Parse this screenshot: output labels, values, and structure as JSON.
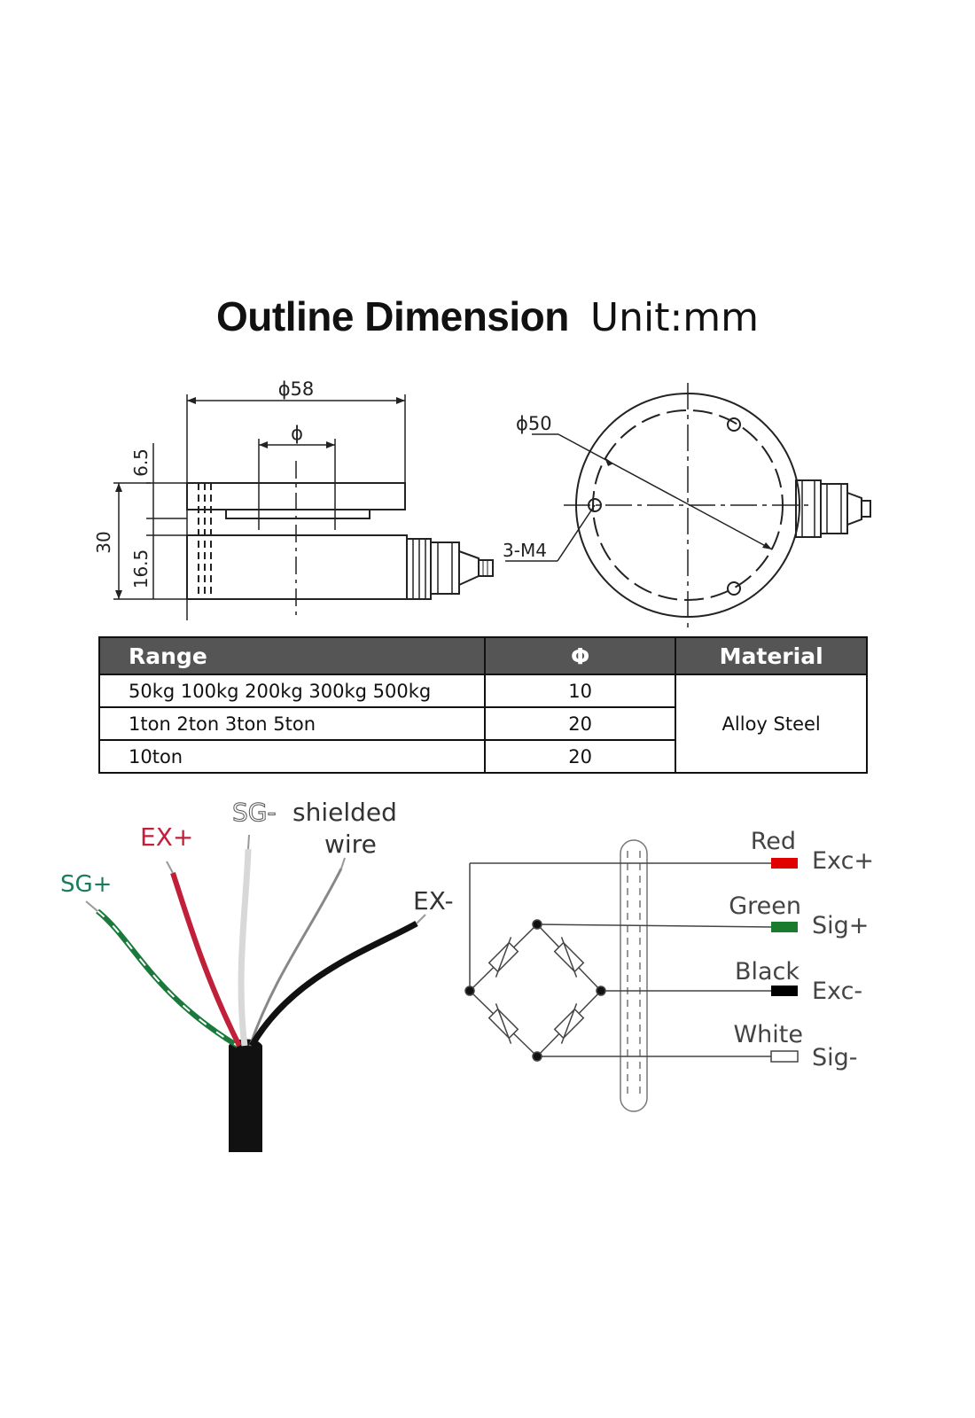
{
  "title": {
    "main": "Outline Dimension",
    "unit": "Unit:mm"
  },
  "drawing": {
    "outer_diameter": "ϕ58",
    "inner_diameter": "ϕ",
    "top_thickness": "6.5",
    "total_height": "30",
    "body_height": "16.5",
    "bolt_circle": "ϕ50",
    "thread": "3-M4"
  },
  "table": {
    "headers": {
      "range": "Range",
      "phi": "Φ",
      "material": "Material"
    },
    "rows": [
      {
        "range": "50kg 100kg 200kg 300kg 500kg",
        "phi": "10"
      },
      {
        "range": "1ton 2ton 3ton 5ton",
        "phi": "20"
      },
      {
        "range": "10ton",
        "phi": "20"
      }
    ],
    "material": "Alloy Steel"
  },
  "cable": {
    "labels": {
      "sg_minus": "SG-",
      "shielded": "shielded",
      "wire": "wire",
      "ex_plus": "EX+",
      "sg_plus": "SG+",
      "ex_minus": "EX-"
    },
    "colors": {
      "red": "#c0203a",
      "green": "#1a7a3c",
      "white": "#dddddd",
      "gray": "#888888",
      "black": "#111111"
    }
  },
  "wiring": {
    "wires": [
      {
        "color": "Red",
        "signal": "Exc+",
        "swatch": "#e00000"
      },
      {
        "color": "Green",
        "signal": "Sig+",
        "swatch": "#1a7a2e"
      },
      {
        "color": "Black",
        "signal": "Exc-",
        "swatch": "#000000"
      },
      {
        "color": "White",
        "signal": "Sig-",
        "swatch": "#ffffff"
      }
    ]
  }
}
